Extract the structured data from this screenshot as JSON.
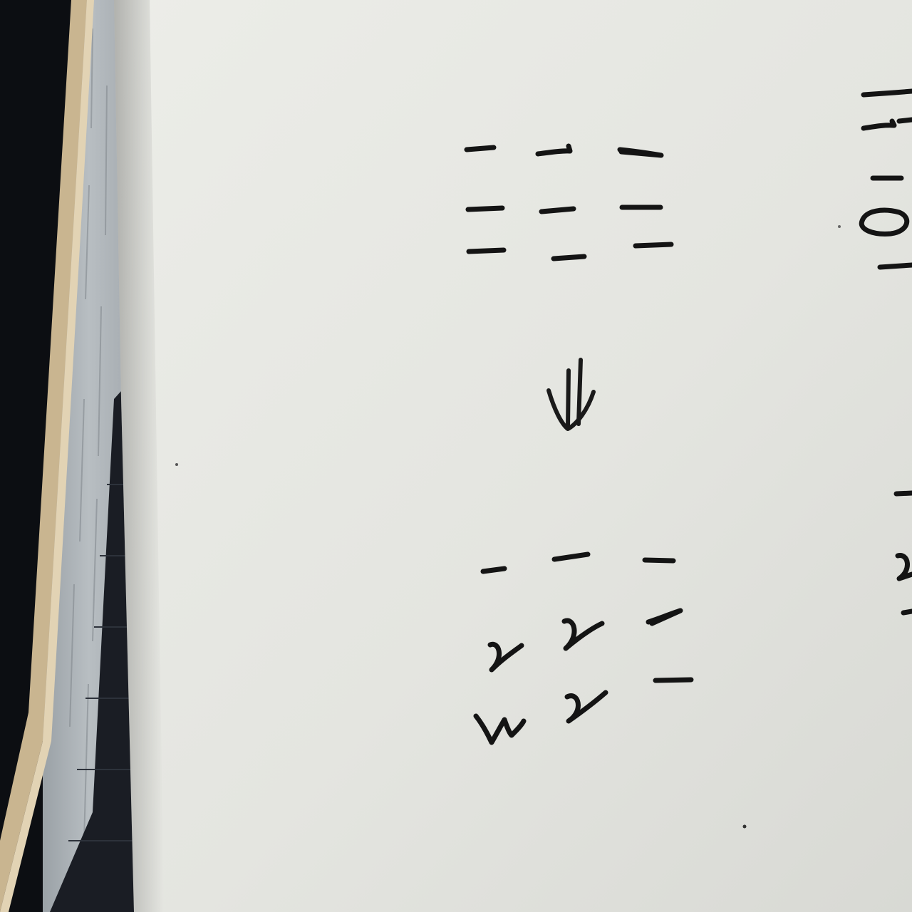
{
  "photo": {
    "colors": {
      "background": "#0c0e12",
      "paper": "#e6e7e2",
      "paper_shade": "#d9dad5",
      "wood_edge": "#b6bcc0",
      "wood_grain": "#8b8f94",
      "frame_trim": "#c9b590",
      "ink": "#141414"
    },
    "handwriting": {
      "top_grid": [
        [
          "1",
          "1",
          "1"
        ],
        [
          "1",
          "1",
          "1"
        ],
        [
          "1",
          "1",
          "1"
        ]
      ],
      "arrow": "down-double-arrow",
      "bottom_grid": [
        [
          "1",
          "1",
          "1"
        ],
        [
          "2",
          "2",
          "1"
        ],
        [
          "3",
          "2",
          "1"
        ]
      ],
      "right_edge_fragments": [
        "1",
        "1",
        "1",
        "1",
        "0",
        "1",
        "1",
        "2"
      ]
    }
  }
}
